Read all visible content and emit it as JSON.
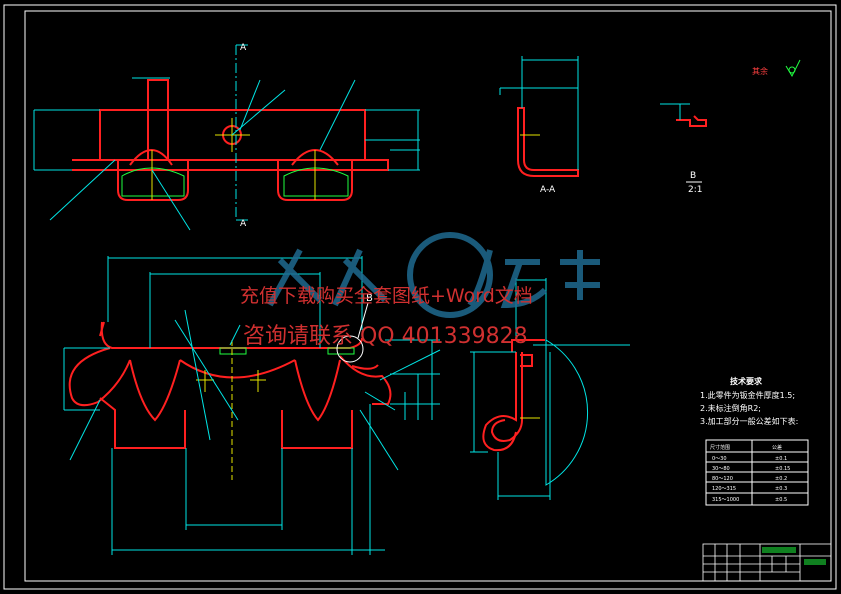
{
  "drawing": {
    "section_marks": [
      "A",
      "A"
    ],
    "section_view_label": "A-A",
    "detail_callout": "B",
    "detail_label": "B",
    "detail_scale": "2:1",
    "roughness_note": "其余"
  },
  "tech_requirements": {
    "title": "技术要求",
    "items": [
      "1.此零件为钣金件厚度1.5;",
      "2.未标注倒角R2;",
      "3.加工部分一般公差如下表:"
    ]
  },
  "tolerance_table": {
    "headers": [
      "尺寸范围",
      "公差"
    ],
    "rows": [
      [
        "0～30",
        "±0.1"
      ],
      [
        "30～80",
        "±0.15"
      ],
      [
        "80～120",
        "±0.2"
      ],
      [
        "120～315",
        "±0.3"
      ],
      [
        "315～1000",
        "±0.5"
      ]
    ]
  },
  "watermark": {
    "line1": "充值下载购买全套图纸+Word文档",
    "line2": "咨询请联系 QQ 401339828"
  },
  "colors": {
    "background": "#000000",
    "outline": "#ff1a1a",
    "dimension": "#00e5e5",
    "text": "#ffffff",
    "centerline": "#e5e500",
    "frame": "#ffffff",
    "watermark": "#d03030",
    "logo": "#1f6a90",
    "detail_circle": "#00ff80"
  }
}
